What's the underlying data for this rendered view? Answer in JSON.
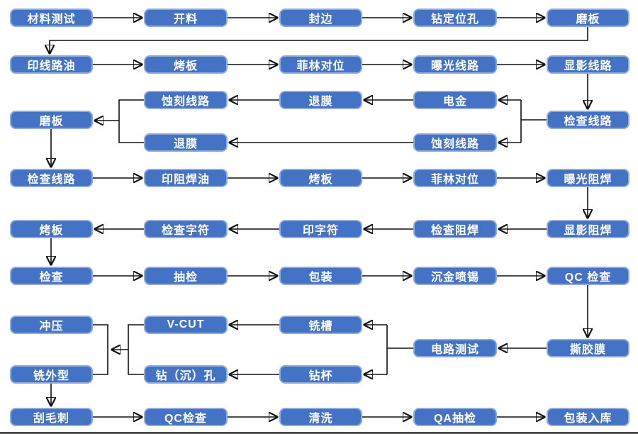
{
  "diagram": {
    "type": "flowchart",
    "language": "zh-CN",
    "colors": {
      "node_fill": "#4472C4",
      "node_border": "#8FAADC",
      "node_text": "#FFFFFF",
      "connector": "#111111",
      "background": "#FFFFFF"
    },
    "nodes": [
      {
        "id": "material-test",
        "label": "材料测试"
      },
      {
        "id": "cutting",
        "label": "开料"
      },
      {
        "id": "edge-sealing",
        "label": "封边"
      },
      {
        "id": "drill-locating-hole",
        "label": "钻定位孔"
      },
      {
        "id": "board-grinding-1",
        "label": "磨板"
      },
      {
        "id": "print-circuit-ink",
        "label": "印线路油"
      },
      {
        "id": "bake-board-1",
        "label": "烤板"
      },
      {
        "id": "film-alignment-1",
        "label": "菲林对位"
      },
      {
        "id": "expose-circuit",
        "label": "曝光线路"
      },
      {
        "id": "develop-circuit",
        "label": "显影线路"
      },
      {
        "id": "inspect-circuit-1",
        "label": "检查线路"
      },
      {
        "id": "gold-plating",
        "label": "电金"
      },
      {
        "id": "strip-film-1",
        "label": "退膜"
      },
      {
        "id": "etch-circuit-1",
        "label": "蚀刻线路"
      },
      {
        "id": "etch-circuit-2",
        "label": "蚀刻线路"
      },
      {
        "id": "strip-film-2",
        "label": "退膜"
      },
      {
        "id": "board-grinding-2",
        "label": "磨板"
      },
      {
        "id": "inspect-circuit-2",
        "label": "检查线路"
      },
      {
        "id": "print-solder-mask",
        "label": "印阻焊油"
      },
      {
        "id": "bake-board-2",
        "label": "烤板"
      },
      {
        "id": "film-alignment-2",
        "label": "菲林对位"
      },
      {
        "id": "expose-solder-mask",
        "label": "曝光阻焊"
      },
      {
        "id": "develop-solder-mask",
        "label": "显影阻焊"
      },
      {
        "id": "inspect-solder-mask",
        "label": "检查阻焊"
      },
      {
        "id": "print-legend",
        "label": "印字符"
      },
      {
        "id": "inspect-legend",
        "label": "检查字符"
      },
      {
        "id": "bake-board-3",
        "label": "烤板"
      },
      {
        "id": "inspection",
        "label": "检查"
      },
      {
        "id": "sampling-check",
        "label": "抽检"
      },
      {
        "id": "packing",
        "label": "包装"
      },
      {
        "id": "enig-hasl",
        "label": "沉金喷锡"
      },
      {
        "id": "qc-inspection-1",
        "label": "QC 检查"
      },
      {
        "id": "peel-film",
        "label": "撕胶膜"
      },
      {
        "id": "circuit-test",
        "label": "电路测试"
      },
      {
        "id": "rout-slot",
        "label": "铣槽"
      },
      {
        "id": "drill-cup",
        "label": "钻杯"
      },
      {
        "id": "v-cut",
        "label": "V-CUT"
      },
      {
        "id": "drill-counter-hole",
        "label": "钻（沉）孔"
      },
      {
        "id": "punching",
        "label": "冲压"
      },
      {
        "id": "rout-profile",
        "label": "铣外型"
      },
      {
        "id": "deburr",
        "label": "刮毛刺"
      },
      {
        "id": "qc-inspection-2",
        "label": "QC检查"
      },
      {
        "id": "cleaning",
        "label": "清洗"
      },
      {
        "id": "qa-sampling",
        "label": "QA抽检"
      },
      {
        "id": "pack-and-store",
        "label": "包装入库"
      }
    ],
    "edges": [
      [
        0,
        1
      ],
      [
        1,
        2
      ],
      [
        2,
        3
      ],
      [
        3,
        4
      ],
      [
        4,
        5
      ],
      [
        5,
        6
      ],
      [
        6,
        7
      ],
      [
        7,
        8
      ],
      [
        8,
        9
      ],
      [
        9,
        10
      ],
      [
        10,
        11
      ],
      [
        10,
        14
      ],
      [
        11,
        12
      ],
      [
        12,
        13
      ],
      [
        14,
        15
      ],
      [
        13,
        16
      ],
      [
        15,
        16
      ],
      [
        16,
        17
      ],
      [
        17,
        18
      ],
      [
        18,
        19
      ],
      [
        19,
        20
      ],
      [
        20,
        21
      ],
      [
        21,
        22
      ],
      [
        22,
        23
      ],
      [
        23,
        24
      ],
      [
        24,
        25
      ],
      [
        25,
        26
      ],
      [
        26,
        27
      ],
      [
        27,
        28
      ],
      [
        28,
        29
      ],
      [
        29,
        30
      ],
      [
        30,
        31
      ],
      [
        31,
        32
      ],
      [
        32,
        33
      ],
      [
        33,
        34
      ],
      [
        33,
        35
      ],
      [
        34,
        36
      ],
      [
        35,
        37
      ],
      [
        36,
        38
      ],
      [
        36,
        39
      ],
      [
        37,
        38
      ],
      [
        37,
        39
      ],
      [
        39,
        40
      ],
      [
        40,
        41
      ],
      [
        41,
        42
      ],
      [
        42,
        43
      ],
      [
        43,
        44
      ]
    ]
  }
}
